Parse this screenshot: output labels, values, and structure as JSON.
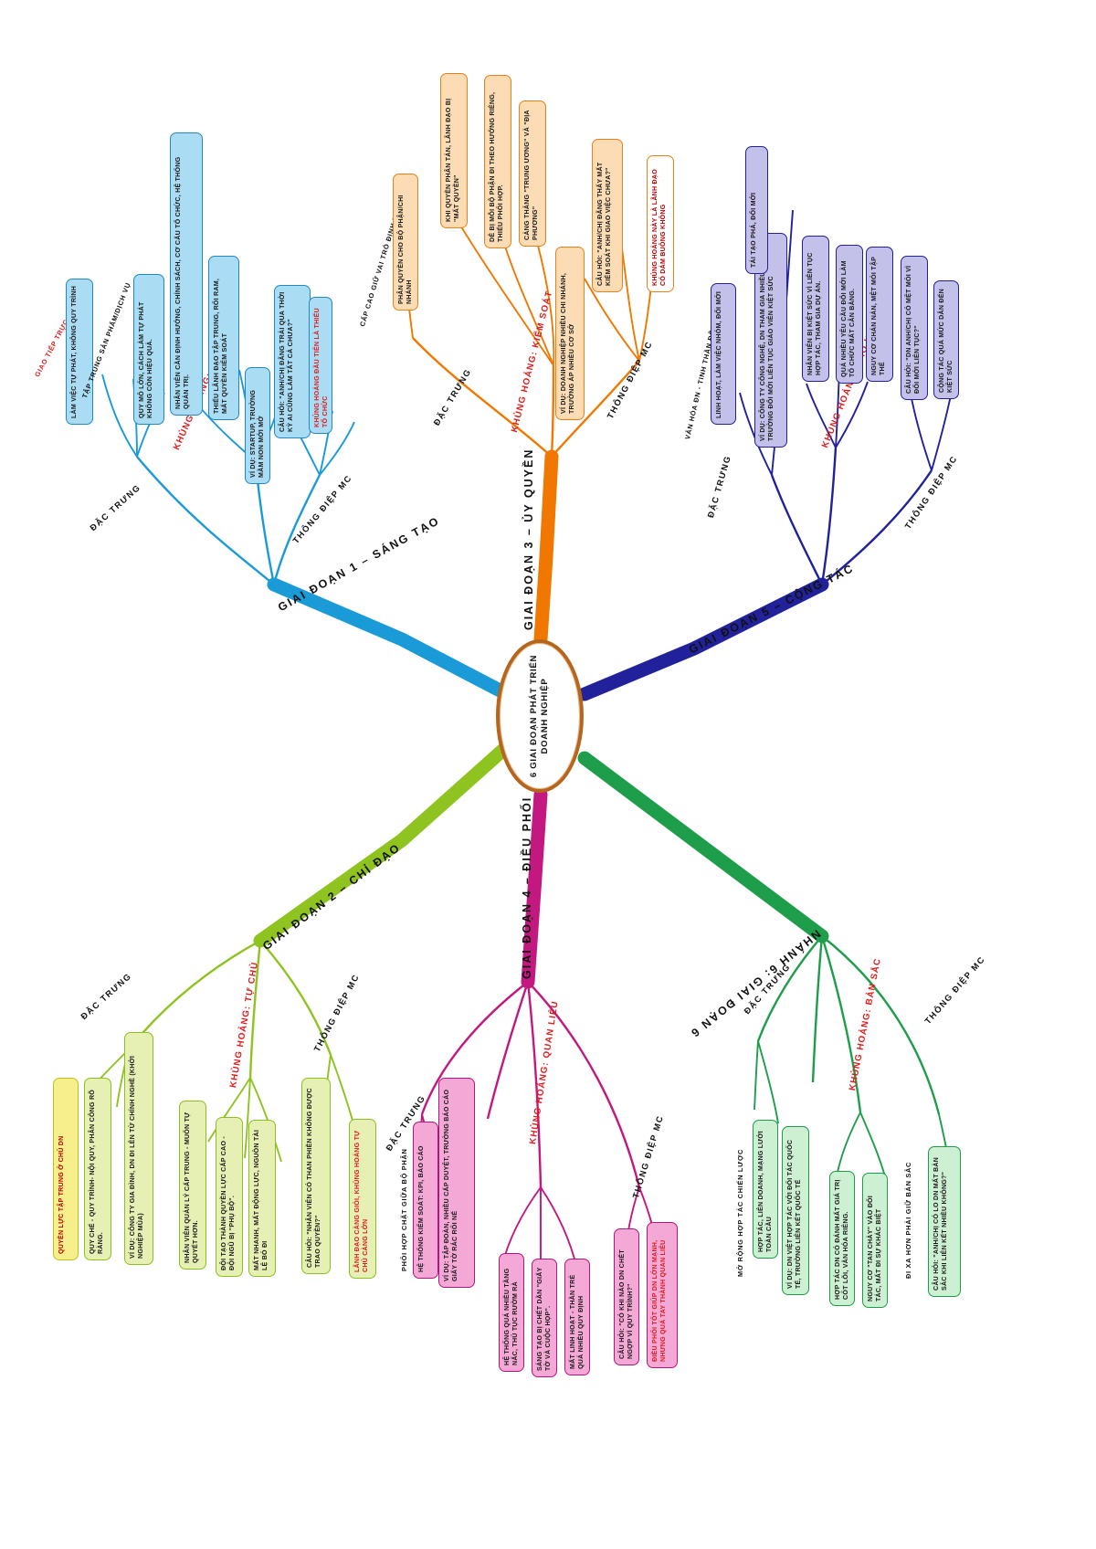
{
  "center": {
    "line1": "6 GIAI ĐOẠN PHÁT TRIỂN",
    "line2": "DOANH NGHIỆP"
  },
  "branches": [
    {
      "id": "gd1",
      "title": "GIAI ĐOẠN 1 – SÁNG TẠO",
      "color": "#1a9bd7",
      "groups": [
        {
          "label": "ĐẶC TRƯNG",
          "items": [
            {
              "text": "GIAO TIẾP TRỰC TIẾP",
              "style": "plain-red"
            },
            {
              "text": "LÀM VIỆC TỰ PHÁT, KHÔNG QUY TRÌNH",
              "style": "box"
            },
            {
              "text": "TẬP TRUNG SẢN PHẨM/DỊCH VỤ",
              "style": "plain"
            }
          ]
        },
        {
          "label": "KHỦNG HOẢNG: LÃNH ĐẠO",
          "items": [
            {
              "text": "QUY MÔ LỚN, CÁCH LÀM TỰ PHÁT KHÔNG CÒN HIỆU QUẢ.",
              "style": "box"
            },
            {
              "text": "NHÂN VIÊN CẦN ĐỊNH HƯỚNG, CHÍNH SÁCH, CƠ CẤU TỔ CHỨC, HỆ THỐNG QUẢN TRỊ.",
              "style": "box"
            },
            {
              "text": "THIẾU LÃNH ĐẠO TẬP TRUNG, RỐI RAM, MẤT QUYỀN KIỂM SOÁT",
              "style": "box"
            }
          ]
        },
        {
          "label": "THÔNG ĐIỆP MC",
          "items": [
            {
              "text": "VÍ DỤ: STARTUP, TRƯỜNG MẦM NON MỚI MỞ",
              "style": "box"
            },
            {
              "text": "CÂU HỎI: \"ANH/CHỊ ĐÃNG TRẢI QUA THỜI KỲ AI CŨNG LÀM TẤT CẢ CHƯA?\"",
              "style": "box"
            },
            {
              "text": "KHỦNG HOẢNG ĐẦU TIÊN LÀ THIẾU TỔ CHỨC",
              "style": "box-red"
            }
          ]
        }
      ]
    },
    {
      "id": "gd3",
      "title": "GIAI ĐOẠN 3 – ỦY QUYỀN",
      "color": "#f07800",
      "groups": [
        {
          "label": "ĐẶC TRƯNG",
          "items": [
            {
              "text": "CẤP CAO GIỮ VAI TRÒ ĐỊNH HƯỚNG",
              "style": "plain"
            },
            {
              "text": "PHÂN QUYỀN CHO BỘ PHẬN/CHI NHÁNH",
              "style": "box"
            }
          ]
        },
        {
          "label": "KHỦNG HOẢNG: KIỂM SOÁT",
          "items": [
            {
              "text": "KHI QUYỀN PHÂN TÁN, LÃNH ĐẠO BỊ \"MẤT QUYỀN\"",
              "style": "box"
            },
            {
              "text": "DỄ BỊ MỖI BỘ PHẬN ĐI THEO HƯỚNG RIÊNG, THIẾU PHỐI HỢP.",
              "style": "box"
            },
            {
              "text": "CẢNG THẲNG \"TRUNG ƯƠNG\" VÀ \"ĐỊA PHƯƠNG\"",
              "style": "box"
            }
          ]
        },
        {
          "label": "THÔNG ĐIỆP MC",
          "items": [
            {
              "text": "VÍ DỤ: DOANH NGHIỆP NHIỀU CHI NHÁNH, TRƯỜNG ÁP NHIỀU CƠ SỞ",
              "style": "box"
            },
            {
              "text": "CÂU HỎI: \"ANH/CHỊ ĐÃNG THẤY MẤT KIỂM SOÁT KHI GIAO VIỆC CHƯA?\"",
              "style": "box"
            },
            {
              "text": "KHỦNG HOẢNG NÀY LÀ LÃNH ĐẠO CÓ DÁM BUÔNG KHÔNG",
              "style": "box-red"
            }
          ]
        }
      ]
    },
    {
      "id": "gd5",
      "title": "GIAI ĐOẠN 5 – CỘNG TÁC",
      "color": "#21219c",
      "groups": [
        {
          "label": "ĐẶC TRƯNG",
          "items": [
            {
              "text": "VĂN HÓA ĐN - TINH THẦN ĐỒNG ĐỘI",
              "style": "plain"
            },
            {
              "text": "LINH HOẠT, LÀM VIỆC NHÓM, ĐỔI MỚI",
              "style": "box"
            },
            {
              "text": "VÍ DỤ: CÔNG TY CÔNG NGHỆ, DN THAM GIA NHIỀU NHÓM, TRƯỜNG ĐỔI MỚI LIÊN TỤC   GIÁO VIÊN KIỆT SỨC",
              "style": "box"
            },
            {
              "text": "TÁI TẠO PHÁ, ĐỔI MỚI",
              "style": "box"
            }
          ]
        },
        {
          "label": "KHỦNG HOẢNG: BÃO HÒA",
          "items": [
            {
              "text": "NHÂN VIÊN BỊ KIỆT SỨC VÌ LIÊN TỤC HỢP TÁC, THAM GIA DỰ ÁN.",
              "style": "box"
            },
            {
              "text": "QUÁ NHIỀU YÊU CẦU ĐỔI MỚI LÀM TỔ CHỨC MẤT CÂN BẰNG.",
              "style": "box"
            },
            {
              "text": "NGUY CƠ CHÁN NẢN, MỆT MỎI TẬP THỂ",
              "style": "box"
            }
          ]
        },
        {
          "label": "THÔNG ĐIỆP MC",
          "items": [
            {
              "text": "CÂU HỎI: \"DN ANH/CHỊ CÓ MỆT MỎI VÌ ĐỔI MỚI LIÊN TỤC?\"",
              "style": "box"
            },
            {
              "text": "CỘNG TÁC QUÁ MỨC DẪN ĐẾN KIỆT SỨC",
              "style": "box"
            }
          ]
        }
      ]
    },
    {
      "id": "gd2",
      "title": "GIAI ĐOẠN 2 – CHỈ ĐẠO",
      "color": "#8fc31f",
      "groups": [
        {
          "label": "ĐẶC TRƯNG",
          "items": [
            {
              "text": "QUYỀN LỰC TẬP TRUNG Ở CHỦ DN",
              "style": "box-yellow"
            },
            {
              "text": "QUY CHẾ - QUY TRÌNH- NỘI QUY, PHÂN CÔNG RÕ RÀNG.",
              "style": "box"
            },
            {
              "text": "VÍ DỤ: CÔNG TY GIA ĐÌNH, DN ĐI LÊN TỪ CHÍNH NGHỀ (KHỞI NGHIỆP MÙA)",
              "style": "box"
            }
          ]
        },
        {
          "label": "KHỦNG HOẢNG: TỰ CHỦ",
          "items": [
            {
              "text": "NHÂN VIÊN QUẢN LÝ CẤP TRUNG - MUỐN TỰ QUYẾT HƠN.",
              "style": "box"
            },
            {
              "text": "ĐỘI TẠO THÀNH QUYỀN LỰC CẤP CAO - ĐỘI NGŨ BỊ \"PHỤ BỘ\".",
              "style": "box"
            },
            {
              "text": "MẤT NHANH, MẤT ĐỘNG LỰC, NGUỒN TÀI LỆ BỎ ĐI",
              "style": "box"
            }
          ]
        },
        {
          "label": "THÔNG ĐIỆP MC",
          "items": [
            {
              "text": "CÂU HỎI: \"NHÂN VIÊN CÓ THAN PHIỀN KHÔNG ĐƯỢC TRAO QUYỀN?\"",
              "style": "box"
            },
            {
              "text": "LÃNH ĐẠO CÀNG GIỎI, KHỦNG HOẢNG TỰ CHỦ CÀNG LỚN",
              "style": "box-red"
            }
          ]
        }
      ]
    },
    {
      "id": "gd4",
      "title": "GIAI ĐOẠN 4 – ĐIỀU PHỐI",
      "color": "#c2187f",
      "groups": [
        {
          "label": "ĐẶC TRƯNG",
          "items": [
            {
              "text": "PHỐI HỢP CHẶT GIỮA BỘ PHẬN",
              "style": "plain"
            },
            {
              "text": "HỆ THỐNG KIỂM SOÁT: KPI, BÁO CÁO",
              "style": "box"
            },
            {
              "text": "VÍ DỤ: TẬP ĐOÀN, NHIỀU CẤP DUYỆT, TRƯỜNG BÁO CÁO GIẤY TỜ RẮC RỐI NẾ",
              "style": "box"
            }
          ]
        },
        {
          "label": "KHỦNG HOẢNG: QUAN LIÊU",
          "items": [
            {
              "text": "HỆ THỐNG QUÁ NHIỀU TẦNG NẤC, THỦ TỤC RƯỜM RÀ",
              "style": "box"
            },
            {
              "text": "SÁNG TẠO BỊ CHẾT DẦN \"GIẤY TỜ VÀ CUỘC HỌP\".",
              "style": "box"
            },
            {
              "text": "MẤT LINH HOẠT - THẦN TRẺ QUÁ NHIỀU QUY ĐỊNH",
              "style": "box"
            }
          ]
        },
        {
          "label": "THÔNG ĐIỆP MC",
          "items": [
            {
              "text": "CÂU HỎI: \"CÓ KHI NÀO DN CHẾT NGỢP VÌ QUY TRÌNH?\"",
              "style": "box"
            },
            {
              "text": "ĐIỀU PHỐI TỐT GIÚP DN LỚN MẠNH, NHƯNG QUÁ TAY THÀNH QUAN LIÊU",
              "style": "box-red"
            }
          ]
        }
      ]
    },
    {
      "id": "gd6",
      "title": "NHÁNH 6: GIAI ĐOẠN 6",
      "color": "#1e9e4a",
      "groups": [
        {
          "label": "ĐẶC TRƯNG",
          "items": [
            {
              "text": "MỞ RỘNG HỢP TÁC CHIẾN LƯỢC",
              "style": "plain"
            },
            {
              "text": "HỢP TÁC, LIÊN DOANH, MẠNG LƯỚI TOÀN CẦU",
              "style": "box"
            },
            {
              "text": "VÍ DỤ: DN VIỆT HỢP TÁC VỚI ĐỐI TÁC QUỐC TẾ, TRƯỜNG LIÊN KẾT QUỐC TẾ",
              "style": "box"
            }
          ]
        },
        {
          "label": "KHỦNG HOẢNG: BẢN SẮC",
          "items": [
            {
              "text": "HỢP TÁC DN CÓ ĐÁNH MẤT GIÁ TRỊ CỐT LÕI, VĂN HÓA RIÊNG.",
              "style": "box"
            },
            {
              "text": "NGUY CƠ \"TAN CHẢY\" VÀO ĐỐI TÁC, MẤT ĐI SỰ KHÁC BIỆT",
              "style": "box"
            }
          ]
        },
        {
          "label": "THÔNG ĐIỆP MC",
          "items": [
            {
              "text": "ĐI XA HƠN PHẢI GIỮ BẢN SẮC",
              "style": "plain"
            },
            {
              "text": "CÂU HỎI: \"ANH/CHỊ CÓ LO DN MẤT BẢN SẮC KHI LIÊN KẾT NHIỀU KHÔNG?\"",
              "style": "box"
            }
          ]
        }
      ]
    }
  ]
}
